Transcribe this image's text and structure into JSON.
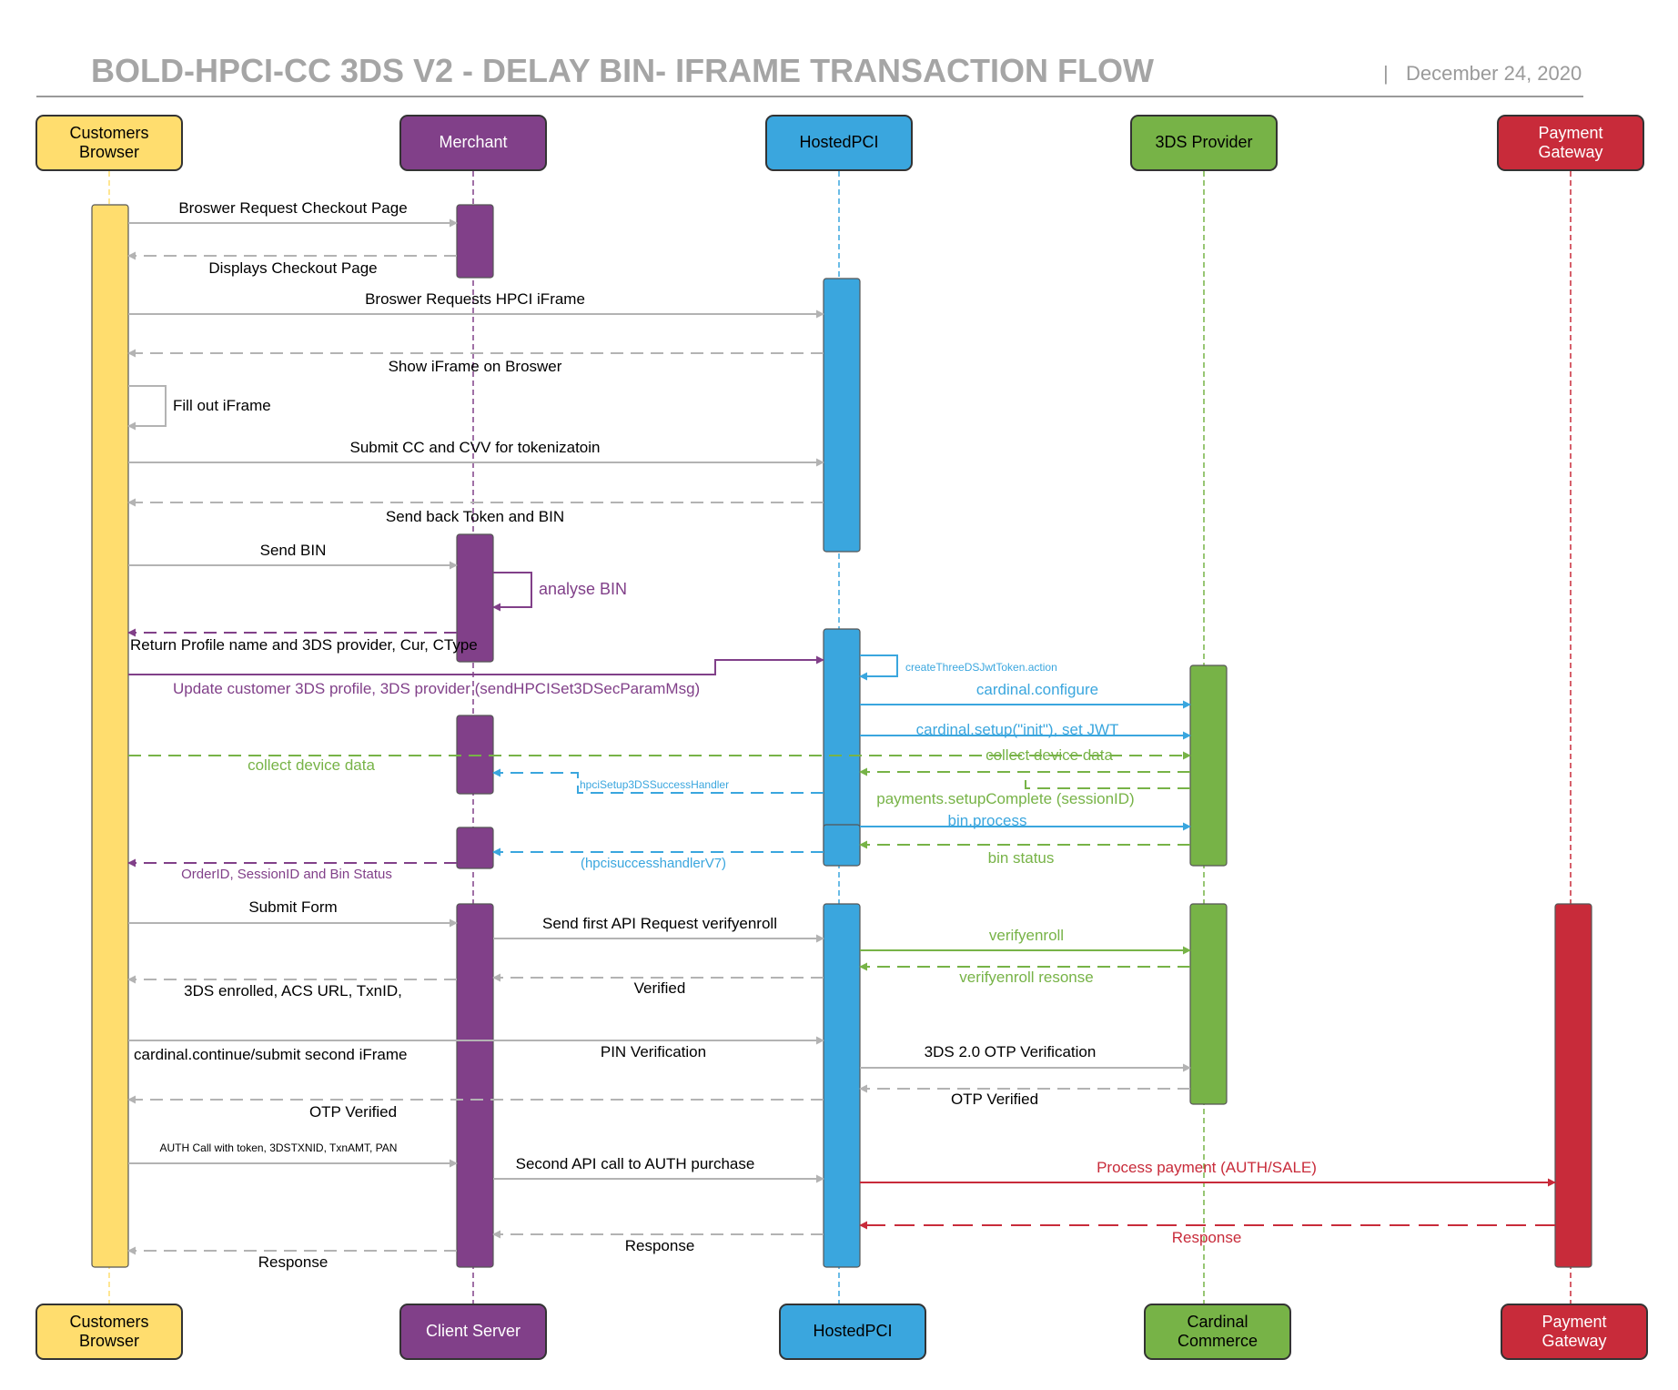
{
  "header": {
    "title": "BOLD-HPCI-CC 3DS V2 - DELAY BIN- IFRAME TRANSACTION FLOW",
    "separator": "|",
    "date": "December 24, 2020"
  },
  "colors": {
    "browser": "#ffdd6e",
    "merchant": "#814089",
    "hostedpci": "#3aa6de",
    "provider": "#77b347",
    "gateway": "#c82b3a",
    "gray": "#b3b3b3"
  },
  "lanes": {
    "browser": {
      "top": [
        "Customers",
        "Browser"
      ],
      "bottom": [
        "Customers",
        "Browser"
      ]
    },
    "merchant": {
      "top": [
        "Merchant"
      ],
      "bottom": [
        "Client Server"
      ]
    },
    "hpci": {
      "top": [
        "HostedPCI"
      ],
      "bottom": [
        "HostedPCI"
      ]
    },
    "provider": {
      "top": [
        "3DS Provider"
      ],
      "bottom": [
        "Cardinal",
        "Commerce"
      ]
    },
    "gateway": {
      "top": [
        "Payment",
        "Gateway"
      ],
      "bottom": [
        "Payment",
        "Gateway"
      ]
    }
  },
  "messages": {
    "m1": "Broswer Request Checkout Page",
    "m2": "Displays Checkout Page",
    "m3": "Broswer Requests HPCI iFrame",
    "m4": "Show iFrame on Broswer",
    "m5": "Fill out iFrame",
    "m6": "Submit CC and CVV for tokenizatoin",
    "m7": "Send back Token and BIN",
    "m8": "Send BIN",
    "m9": "analyse BIN",
    "m10": "Return Profile name and 3DS provider, Cur, CType",
    "m11": "Update customer 3DS profile, 3DS provider (sendHPCISet3DSecParamMsg)",
    "m12": "createThreeDSJwtToken.action",
    "m13": "cardinal.configure",
    "m14": "cardinal.setup(\"init\"), set JWT",
    "m15": "collect device data",
    "m16": "collect device data",
    "m17": "hpciSetup3DSSuccessHandler",
    "m18": "payments.setupComplete (sessionID)",
    "m19": "bin.process",
    "m20": "bin status",
    "m21": "(hpcisuccesshandlerV7)",
    "m22": "OrderID, SessionID and Bin Status",
    "m23": "Submit Form",
    "m24": "Send first API Request verifyenroll",
    "m25": "verifyenroll",
    "m26": "verifyenroll resonse",
    "m27": "Verified",
    "m28": "3DS enrolled, ACS URL, TxnID,",
    "m29": "cardinal.continue/submit second iFrame",
    "m30": "PIN Verification",
    "m31": "3DS 2.0 OTP Verification",
    "m32": "OTP Verified",
    "m33": "OTP Verified",
    "m34": "AUTH Call with token, 3DSTXNID, TxnAMT, PAN",
    "m35": "Second API call to AUTH purchase",
    "m36": "Process payment (AUTH/SALE)",
    "m37": "Response",
    "m38": "Response",
    "m39": "Response"
  }
}
